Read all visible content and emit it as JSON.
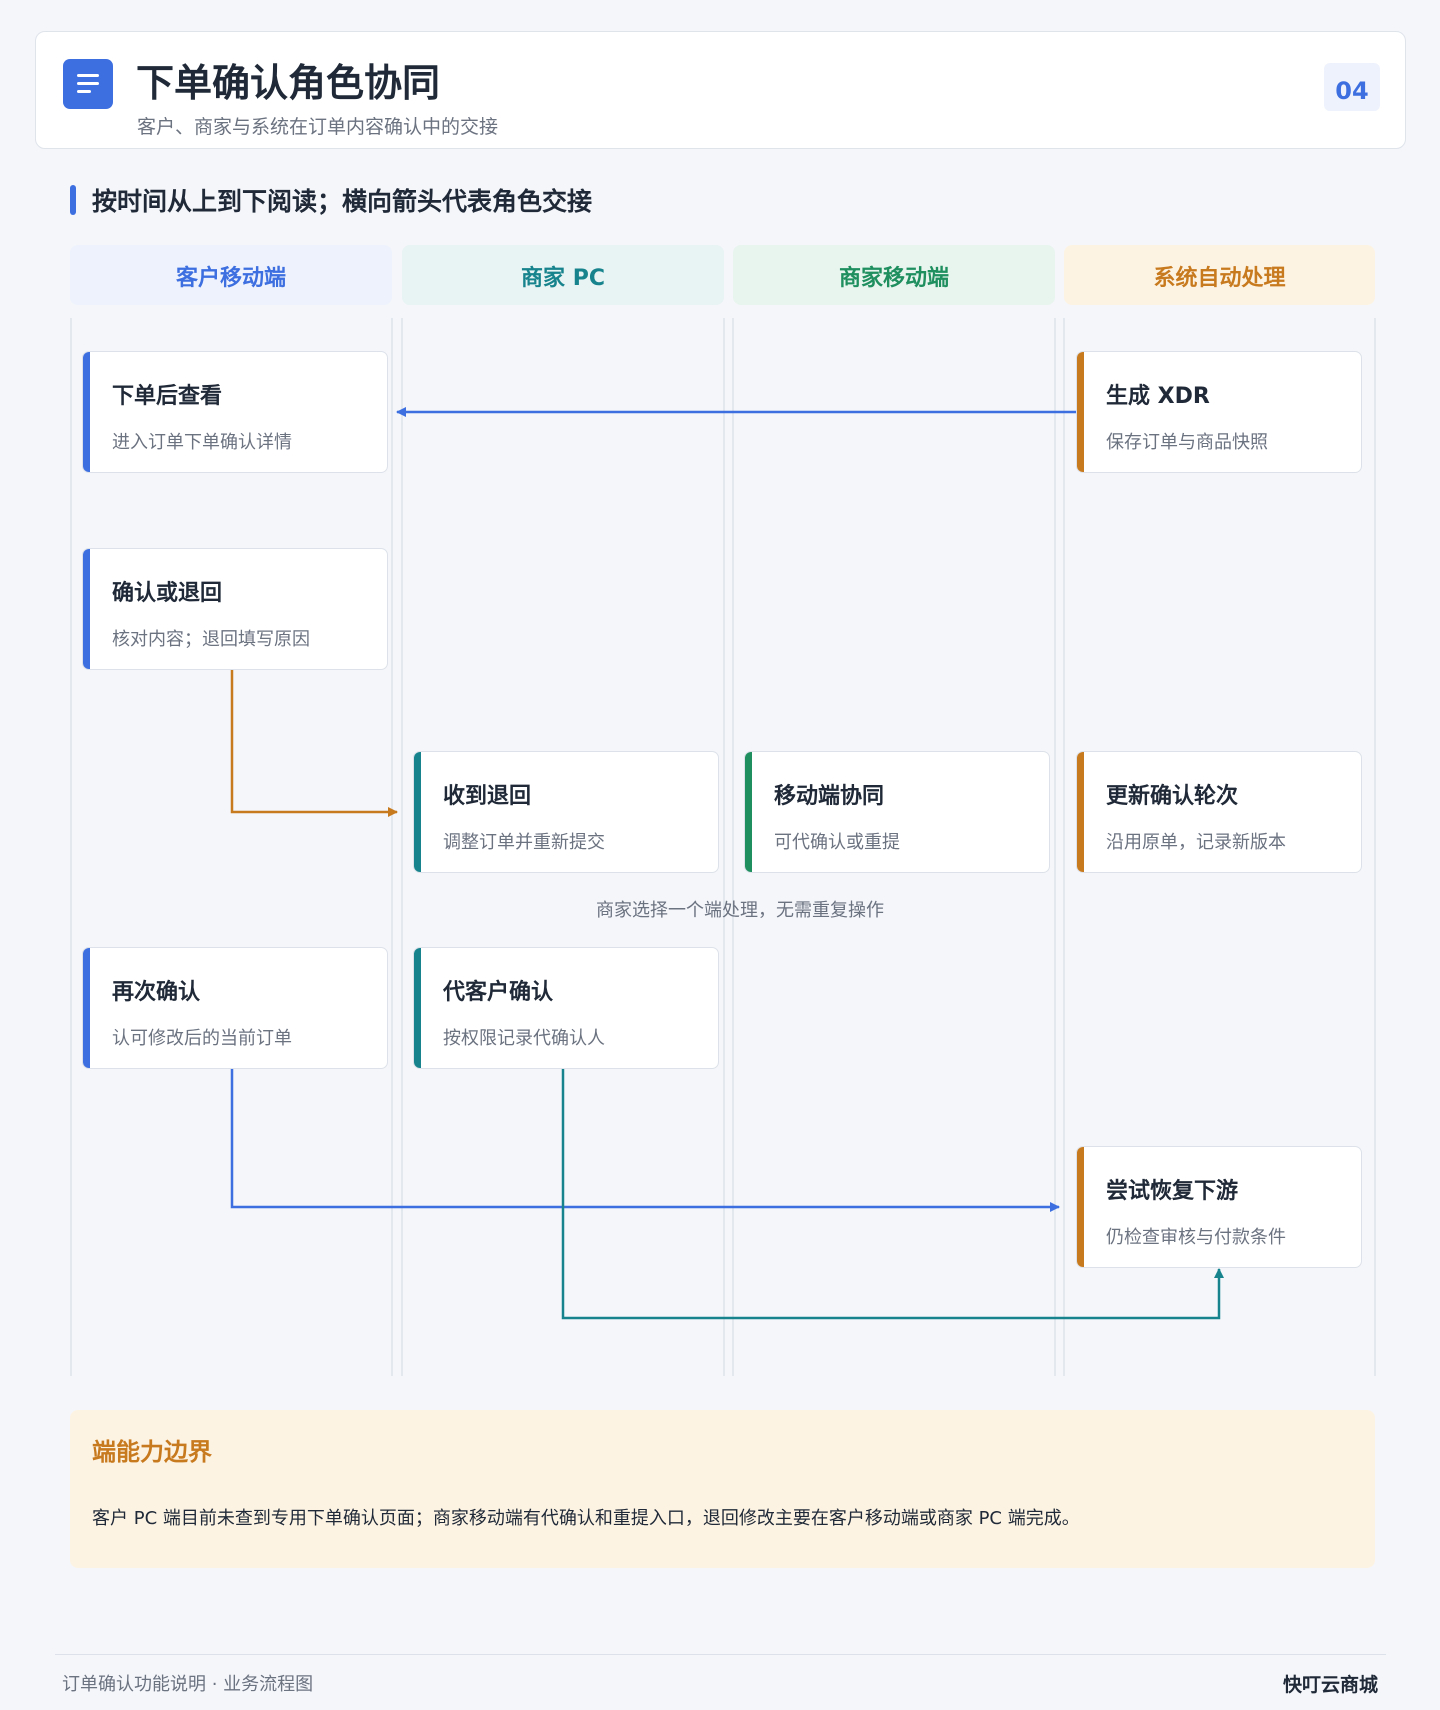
{
  "header": {
    "title": "下单确认角色协同",
    "subtitle": "客户、商家与系统在订单内容确认中的交接",
    "page_number": "04",
    "icon": "document-list-icon"
  },
  "hint": "按时间从上到下阅读；横向箭头代表角色交接",
  "lanes": [
    {
      "label": "客户移动端",
      "color": "#3d6fe0",
      "bg": "#edf2fc"
    },
    {
      "label": "商家 PC",
      "color": "#17848d",
      "bg": "#e8f3f3"
    },
    {
      "label": "商家移动端",
      "color": "#1f8f5f",
      "bg": "#e8f4ee"
    },
    {
      "label": "系统自动处理",
      "color": "#c87a1e",
      "bg": "#fdf3e3"
    }
  ],
  "steps": {
    "after_order": {
      "title": "下单后查看",
      "desc": "进入订单下单确认详情"
    },
    "gen_xdr": {
      "title": "生成 XDR",
      "desc": "保存订单与商品快照"
    },
    "confirm_or_return": {
      "title": "确认或退回",
      "desc": "核对内容；退回填写原因"
    },
    "received_return": {
      "title": "收到退回",
      "desc": "调整订单并重新提交"
    },
    "mobile_collab": {
      "title": "移动端协同",
      "desc": "可代确认或重提"
    },
    "update_round": {
      "title": "更新确认轮次",
      "desc": "沿用原单，记录新版本"
    },
    "reconfirm": {
      "title": "再次确认",
      "desc": "认可修改后的当前订单"
    },
    "proxy_confirm": {
      "title": "代客户确认",
      "desc": "按权限记录代确认人"
    },
    "resume": {
      "title": "尝试恢复下游",
      "desc": "仍检查审核与付款条件"
    }
  },
  "note": "商家选择一个端处理，无需重复操作",
  "capability": {
    "title": "端能力边界",
    "text": "客户 PC 端目前未查到专用下单确认页面；商家移动端有代确认和重提入口，退回修改主要在客户移动端或商家 PC 端完成。"
  },
  "footer": {
    "left": "订单确认功能说明 · 业务流程图",
    "brand": "快叮云商城"
  },
  "colors": {
    "customer": "#3d6fe0",
    "merchant_pc": "#17848d",
    "merchant_mobile": "#1f8f5f",
    "system": "#c87a1e"
  }
}
